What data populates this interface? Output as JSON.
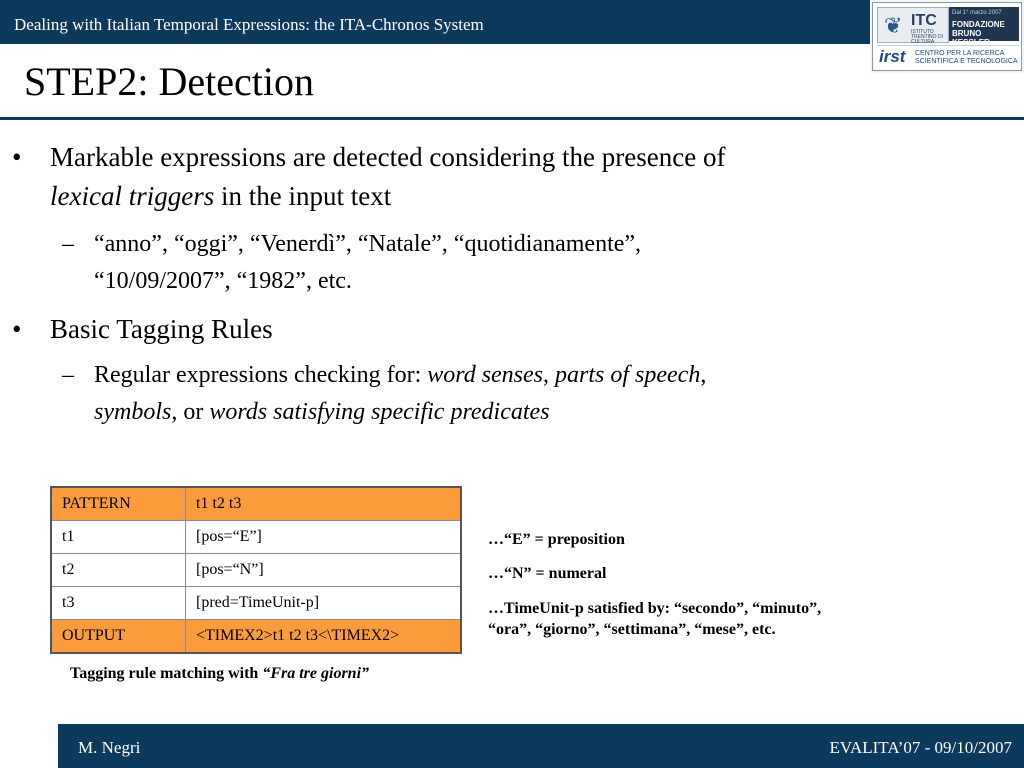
{
  "header": {
    "title": "Dealing with Italian Temporal Expressions: the ITA-Chronos System",
    "logo": {
      "itc": "ITC",
      "itc_sub": "ISTITUTO TRENTINO DI CULTURA",
      "fbk_date": "Dal 1° marzo 2007",
      "fbk_line1": "FONDAZIONE",
      "fbk_line2": "BRUNO KESSLER",
      "irst": "irst",
      "irst_sub_line1": "CENTRO PER LA RICERCA",
      "irst_sub_line2": "SCIENTIFICA E TECNOLOGICA"
    }
  },
  "slide": {
    "title": "STEP2: Detection",
    "bullets": [
      {
        "marker": "•",
        "text_a": "Markable expressions are detected considering the presence of",
        "text_b_italic": "lexical triggers",
        "text_c": " in the input text",
        "sub": {
          "marker": "–",
          "line1": "“anno”, “oggi”, “Venerdì”, “Natale”, “quotidianamente”,",
          "line2": "“10/09/2007”, “1982”, etc."
        }
      },
      {
        "marker": "•",
        "text": "Basic Tagging Rules",
        "sub": {
          "marker": "–",
          "plain1": "Regular expressions checking for: ",
          "ital1": "word senses",
          "sep1": ", ",
          "ital2": "parts of speech",
          "sep2": ",",
          "ital3": "symbols",
          "sep3": ", or ",
          "ital4": "words satisfying specific predicates"
        }
      }
    ],
    "table": {
      "rows": [
        [
          "PATTERN",
          "t1 t2 t3"
        ],
        [
          "t1",
          "[pos=“E”]"
        ],
        [
          "t2",
          "[pos=“N”]"
        ],
        [
          "t3",
          "[pred=TimeUnit-p]"
        ],
        [
          "OUTPUT",
          "<TIMEX2>t1 t2 t3<\\TIMEX2>"
        ]
      ],
      "caption_plain": "Tagging rule matching with ",
      "caption_italic": "“Fra tre giorni”"
    },
    "notes": {
      "n1": "…“E” = preposition",
      "n2": "…“N” = numeral",
      "n3_line1": "…TimeUnit-p satisfied by: “secondo”, “minuto”,",
      "n3_line2": "“ora”, “giorno”, “settimana”, “mese”, etc."
    }
  },
  "footer": {
    "left": "M. Negri",
    "right": "EVALITA’07 - 09/10/2007"
  },
  "colors": {
    "navy": "#0d3a5c",
    "orange": "#fb9b3c"
  }
}
